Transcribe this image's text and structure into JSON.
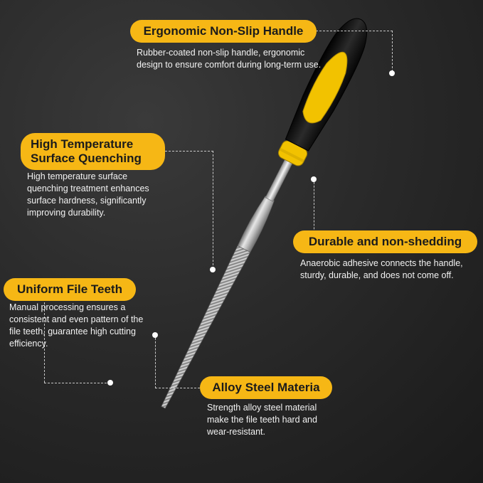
{
  "callouts": {
    "handle": {
      "title": "Ergonomic Non-Slip Handle",
      "desc": "Rubber-coated non-slip handle, ergonomic design to ensure comfort during long-term use."
    },
    "quench": {
      "title": "High Temperature Surface Quenching",
      "desc": "High temperature surface quenching treatment enhances surface hardness, significantly improving durability."
    },
    "durable": {
      "title": "Durable and non-shedding",
      "desc": "Anaerobic adhesive connects the handle, sturdy, durable, and does not come off."
    },
    "teeth": {
      "title": "Uniform File Teeth",
      "desc": "Manual processing ensures a consistent and even pattern of the file teeth, guarantee high cutting efficiency."
    },
    "alloy": {
      "title": "Alloy Steel Materia",
      "desc": "Strength alloy steel material make the file teeth hard and wear-resistant."
    }
  },
  "colors": {
    "accent": "#f6b715",
    "background": "#2a2a2a",
    "text": "#f2f2f2"
  }
}
